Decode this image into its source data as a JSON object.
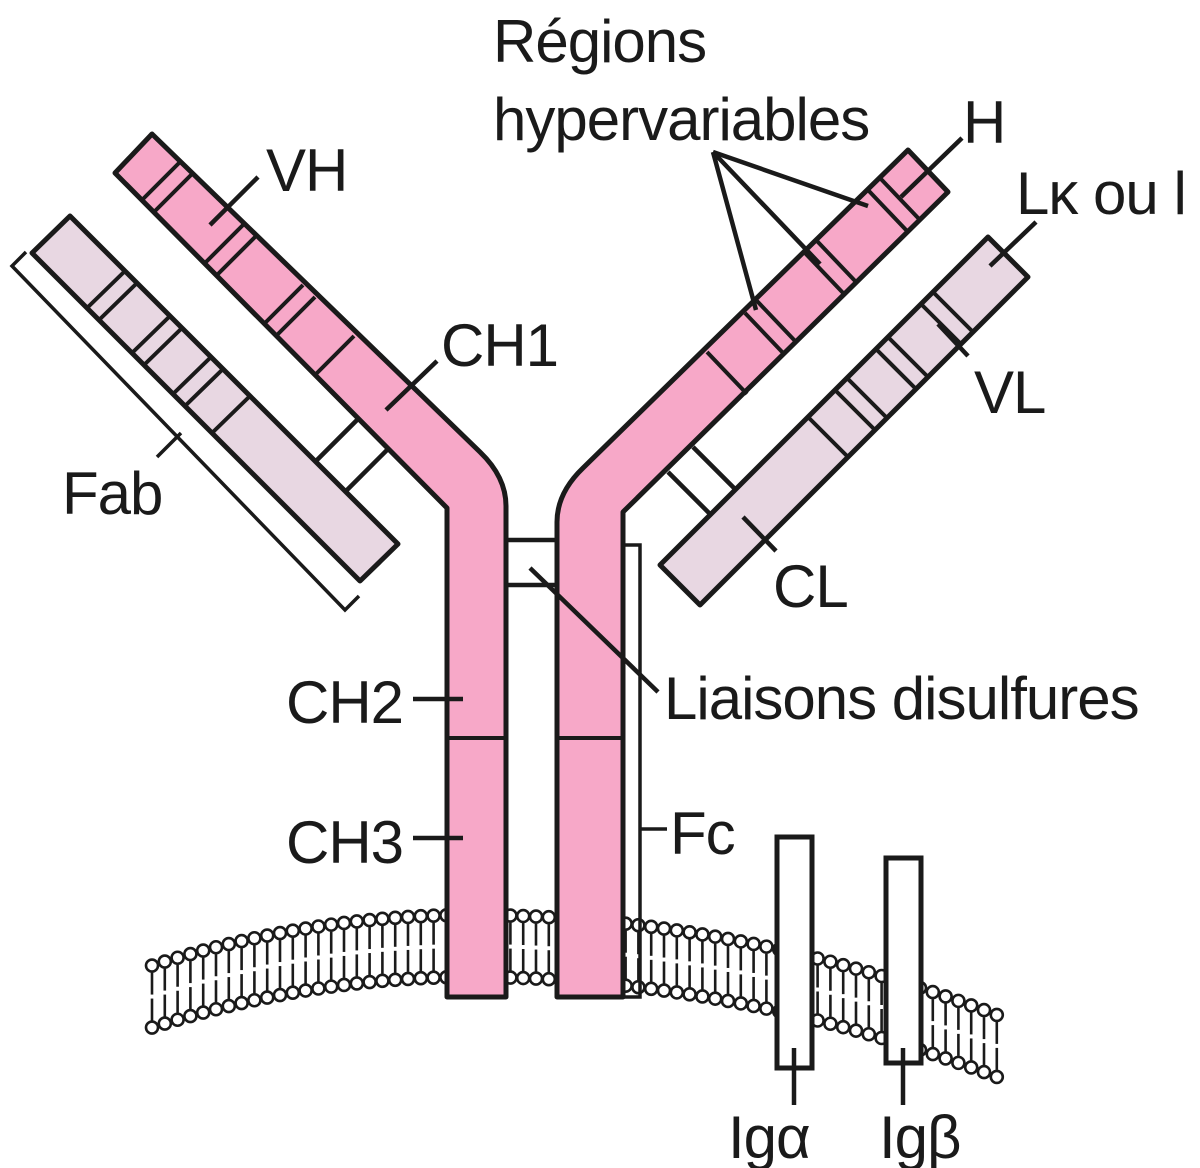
{
  "figure": {
    "type": "antibody-structure-diagram",
    "language": "fr"
  },
  "colors": {
    "heavy_chain": "#F7A8C8",
    "light_chain": "#E8D7E2",
    "outline": "#1A1A1A",
    "background": "#FFFFFF"
  },
  "labels": {
    "hypervariable_line1": "Régions",
    "hypervariable_line2": "hypervariables",
    "heavy_chain_tip": "H",
    "light_chain_type": "Lκ ou l",
    "vh": "VH",
    "vl": "VL",
    "ch1": "CH1",
    "cl": "CL",
    "ch2": "CH2",
    "ch3": "CH3",
    "fab": "Fab",
    "fc": "Fc",
    "disulfide_bonds": "Liaisons disulfures",
    "ig_alpha": "Igα",
    "ig_beta": "Igβ"
  }
}
